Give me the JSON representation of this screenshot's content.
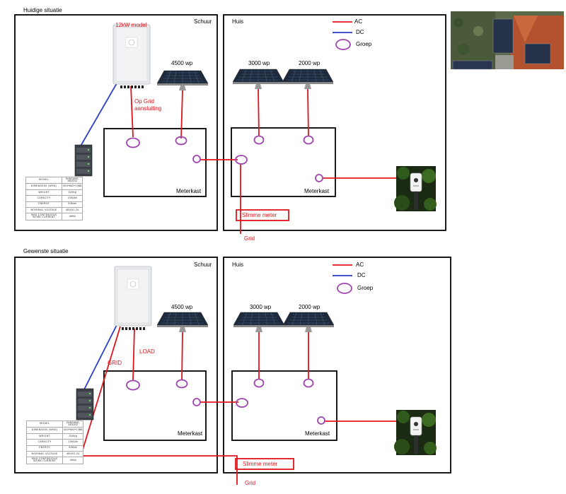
{
  "sections": [
    {
      "title": "Huidige situatie",
      "inverter_label": "12kW model",
      "inverter_connection_label": "Op Grid\naansluiting",
      "extra_label": "",
      "show_aerial_photo": true
    },
    {
      "title": "Gewenste situatie",
      "inverter_label": "",
      "inverter_connection_label": "LOAD",
      "extra_label": "GRID",
      "show_aerial_photo": false
    }
  ],
  "labels": {
    "schuur": "Schuur",
    "huis": "Huis",
    "meterkast": "Meterkast",
    "slimme_meter": "Slimme meter",
    "grid": "Grid"
  },
  "panels": {
    "schuur": "4500 wp",
    "huis_left": "3000 wp",
    "huis_right": "2000 wp"
  },
  "legend": {
    "ac": "AC",
    "dc": "DC",
    "groep": "Groep"
  },
  "battery_specs": {
    "model_value": "SUNSANG-481002",
    "rows": [
      {
        "key": "MODEL",
        "value": "SUNSANG-481002"
      },
      {
        "key": "DIMENSION (WHD)",
        "value": "450*600*1388"
      },
      {
        "key": "WEIGHT",
        "value": "520Kg"
      },
      {
        "key": "CAPACITY",
        "value": "1000Ah"
      },
      {
        "key": "ENERGY",
        "value": "50Kwh"
      },
      {
        "key": "NOMINAL VOLTAGE",
        "value": "48V/51.2V"
      },
      {
        "key": "MAX CONTINUOUS WORK CURRENT",
        "value": "40KA"
      }
    ]
  },
  "colors": {
    "ac": "#e0141c",
    "dc": "#2a3fc4",
    "groep": "#a044b0",
    "frame": "#000000",
    "inverter": "#e6e8ea"
  }
}
